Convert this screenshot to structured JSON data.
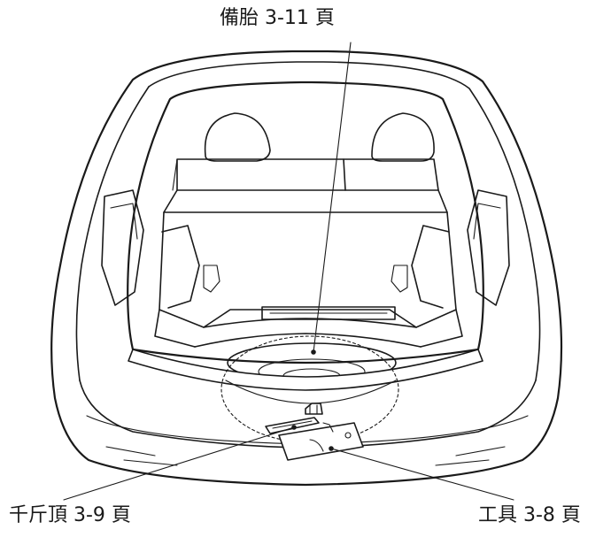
{
  "callouts": {
    "spare_tire": "備胎 3-11 頁",
    "jack": "千斤頂 3-9 頁",
    "tools": "工具 3-8 頁"
  },
  "colors": {
    "line": "#1a1a1a",
    "background": "#ffffff"
  }
}
